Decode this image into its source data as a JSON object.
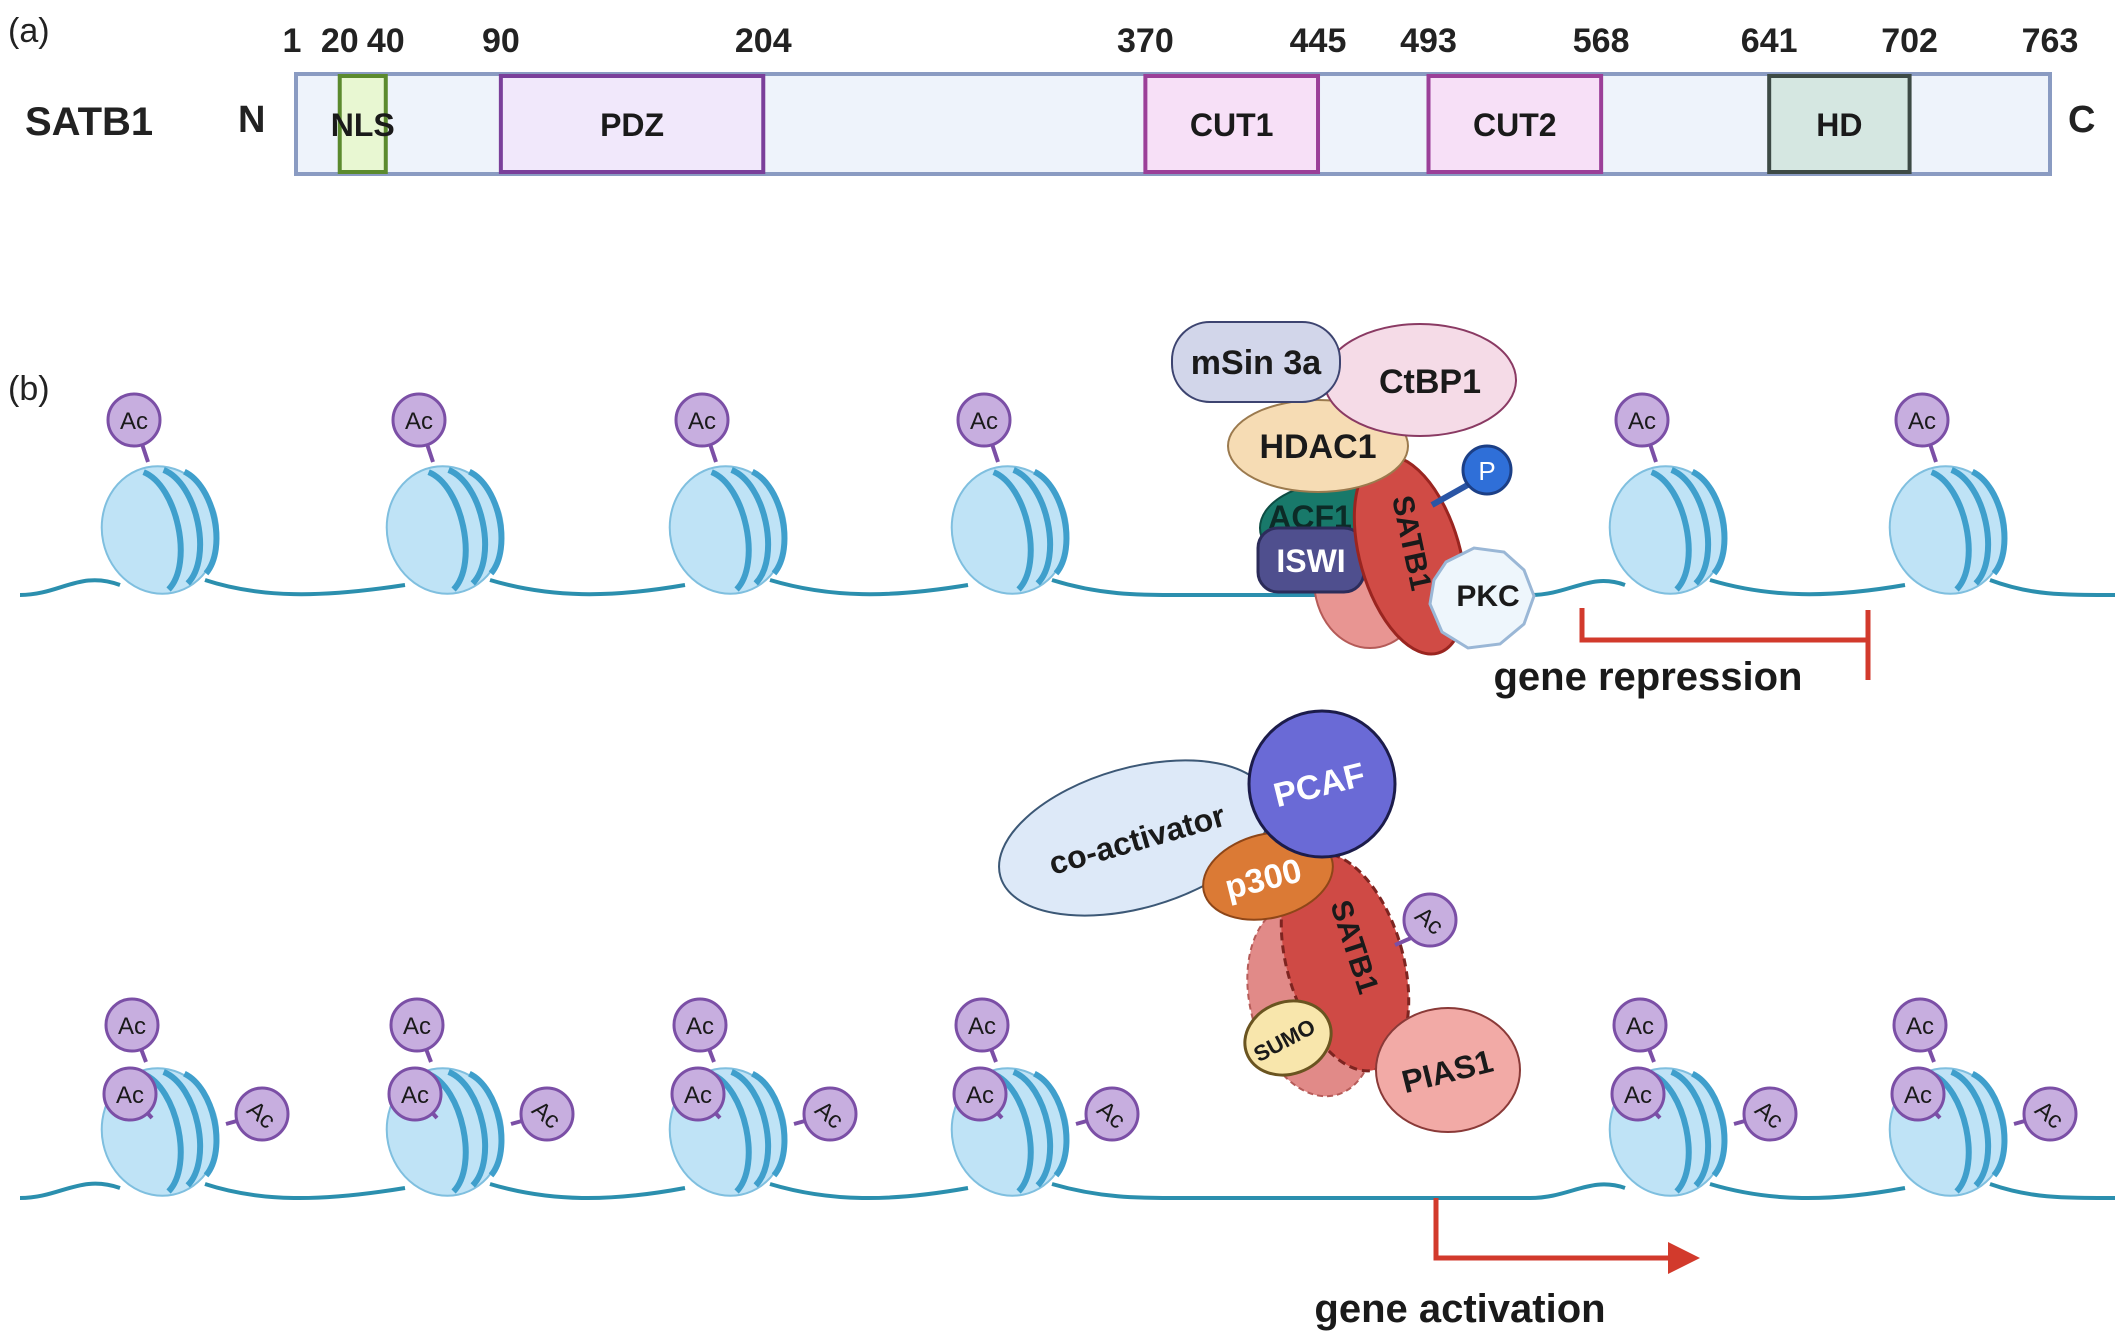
{
  "panel_a": {
    "label": "(a)",
    "protein": "SATB1",
    "n_term": "N",
    "c_term": "C",
    "positions": [
      "1",
      "20",
      "40",
      "90",
      "204",
      "370",
      "445",
      "493",
      "568",
      "641",
      "702",
      "763"
    ],
    "domains": [
      {
        "name": "NLS",
        "start": 20,
        "end": 40,
        "fill": "#e8f7d2",
        "stroke": "#5b8a2e"
      },
      {
        "name": "PDZ",
        "start": 90,
        "end": 204,
        "fill": "#f1e8fb",
        "stroke": "#7a3f9a"
      },
      {
        "name": "CUT1",
        "start": 370,
        "end": 445,
        "fill": "#f7e0f7",
        "stroke": "#9b3f98"
      },
      {
        "name": "CUT2",
        "start": 493,
        "end": 568,
        "fill": "#f7e0f7",
        "stroke": "#9b3f98"
      },
      {
        "name": "HD",
        "start": 641,
        "end": 702,
        "fill": "#d5e7e1",
        "stroke": "#3d4a45"
      }
    ]
  },
  "panel_b": {
    "label": "(b)",
    "ac": "Ac",
    "p": "P",
    "repression": {
      "proteins": {
        "msin3a": "mSin 3a",
        "ctbp1": "CtBP1",
        "hdac1": "HDAC1",
        "acf1": "ACF1",
        "iswi": "ISWI",
        "satb1": "SATB1",
        "pkc": "PKC"
      },
      "label": "gene repression"
    },
    "activation": {
      "proteins": {
        "coactivator": "co-activator",
        "pcaf": "PCAF",
        "p300": "p300",
        "satb1": "SATB1",
        "sumo": "SUMO",
        "pias1": "PIAS1"
      },
      "label": "gene activation"
    }
  },
  "colors": {
    "dna": "#2b8fae",
    "nucleosome_fill": "#bfe3f6",
    "nucleosome_band": "#3f9fcc",
    "ac_fill": "#c7aedf",
    "ac_stroke": "#7b4fa6",
    "arrow_red": "#d23a2c"
  }
}
